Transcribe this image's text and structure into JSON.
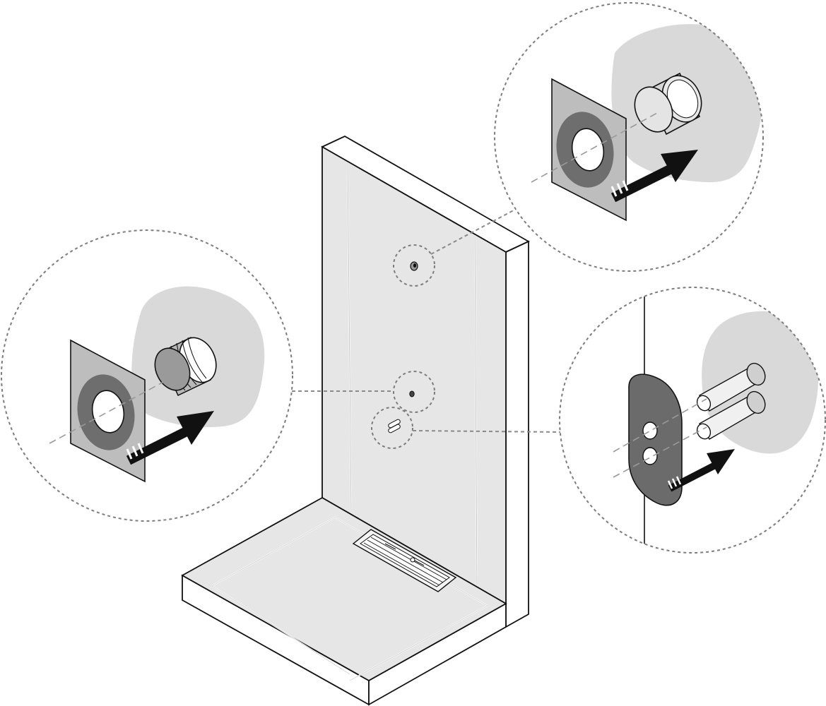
{
  "figure": {
    "subject": "shower-wall-pipe-sealing-installation",
    "colors": {
      "outline": "#111111",
      "wall": "#e6e6e6",
      "panel_edge": "#ffffff",
      "plaster_patch": "#d9d9d9",
      "membrane": "#bdbdbd",
      "gasket_ring": "#6e6e6e",
      "plate_dark": "#6b6b6b",
      "pipe_light": "#efefef",
      "arrow": "#111111",
      "callout_line": "#8a8a8a"
    },
    "callouts": [
      {
        "id": "upper-right",
        "content": "sleeve-sealing-collar",
        "icon": "pipe-sleeve-icon"
      },
      {
        "id": "left",
        "content": "threaded-plug-sealing-collar",
        "icon": "threaded-plug-icon"
      },
      {
        "id": "lower-right",
        "content": "double-pipe-sealing-plate",
        "icon": "double-pipe-icon"
      }
    ]
  }
}
